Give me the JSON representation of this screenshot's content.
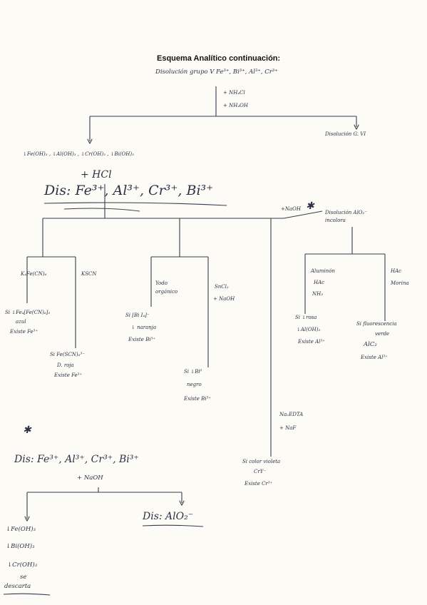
{
  "title": "Esquema Analítico continuación:",
  "subtitle": "Disolución grupo V Fe³⁺, Bi³⁺, Al³⁺, Cr³⁺",
  "reagents_top": [
    "+ NH₄Cl",
    "+ NH₄OH"
  ],
  "dissolution_g6": "Disolución G. VI",
  "precipitates": "↓Fe(OH)₃ , ↓Al(OH)₃ , ↓Cr(OH)₃ , ↓Bi(OH)₃",
  "plus_hcl": "+ HCl",
  "dis_main": "Dis: Fe³⁺, Al³⁺, Cr³⁺, Bi³⁺",
  "naoh_reagent": "+NaOH",
  "star": "✱",
  "aluminate_label": "Disolución AlO₂⁻ incolora",
  "fe_branch": {
    "reagent_left": "K₄Fe(CN)₆",
    "reagent_right": "KSCN",
    "result_left": [
      "Si ↓Fe₄[Fe(CN)₆]₃",
      "azul",
      "Existe Fe³⁺"
    ],
    "result_right": [
      "Si Fe(SCN)₆³⁻",
      "D. roja",
      "Existe Fe³⁺"
    ]
  },
  "bi_branch": {
    "reagent_left": [
      "Yodo",
      "orgánico"
    ],
    "reagent_right": [
      "SnCl₂",
      "+ NaOH"
    ],
    "result_left": [
      "Si [Bi I₄]⁻",
      "↓ naranja",
      "Existe Bi³⁺"
    ],
    "result_right": [
      "Si ↓Bi⁰",
      "negro",
      "Existe Bi³⁺"
    ]
  },
  "cr_branch": {
    "reagent": [
      "Na₂EDTA",
      "+ NaF"
    ],
    "result": [
      "Si color violeta",
      "CrY⁻",
      "Existe Cr³⁺"
    ]
  },
  "al_branch": {
    "reagent_left": [
      "Aluminón",
      "HAc",
      "NH₃"
    ],
    "reagent_right": [
      "HAc",
      "Morina"
    ],
    "result_left": [
      "Si ↓rosa",
      "↓Al(OH)₃",
      "Existe Al³⁺"
    ],
    "result_right": [
      "Si fluorescencia",
      "verde",
      "AlC₂",
      "Existe Al³⁺"
    ]
  },
  "bottom": {
    "star": "✱",
    "dis": "Dis: Fe³⁺, Al³⁺, Cr³⁺, Bi³⁺",
    "plus_naoh": "+ NaOH",
    "dis_right": "Dis: AlO₂⁻",
    "precipitates": [
      "↓Fe(OH)₃",
      "↓Bi(OH)₃",
      "↓Cr(OH)₃"
    ],
    "se": "se",
    "descarta": "descarta"
  }
}
